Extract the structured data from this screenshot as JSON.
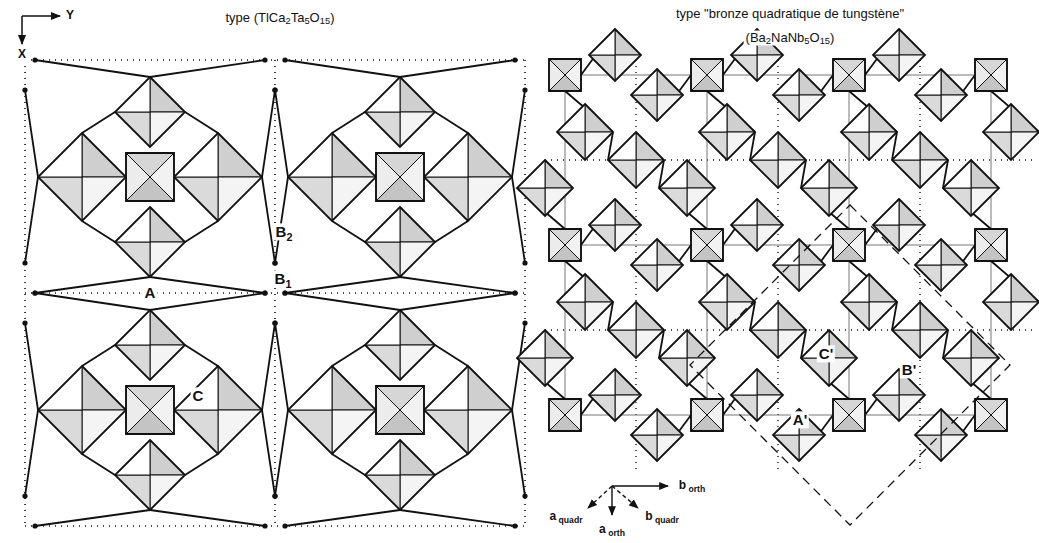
{
  "diagram": {
    "labels": [
      "type (TlCa2Ta5O15)",
      "type \"bronze quadratique de tungstène\"",
      "(Ba2NaNb5O15)",
      "X",
      "Y",
      "A",
      "B2",
      "B1",
      "C",
      "C'",
      "B'",
      "A'",
      "b orth",
      "a quadr",
      "b quadr",
      "a orth"
    ]
  }
}
